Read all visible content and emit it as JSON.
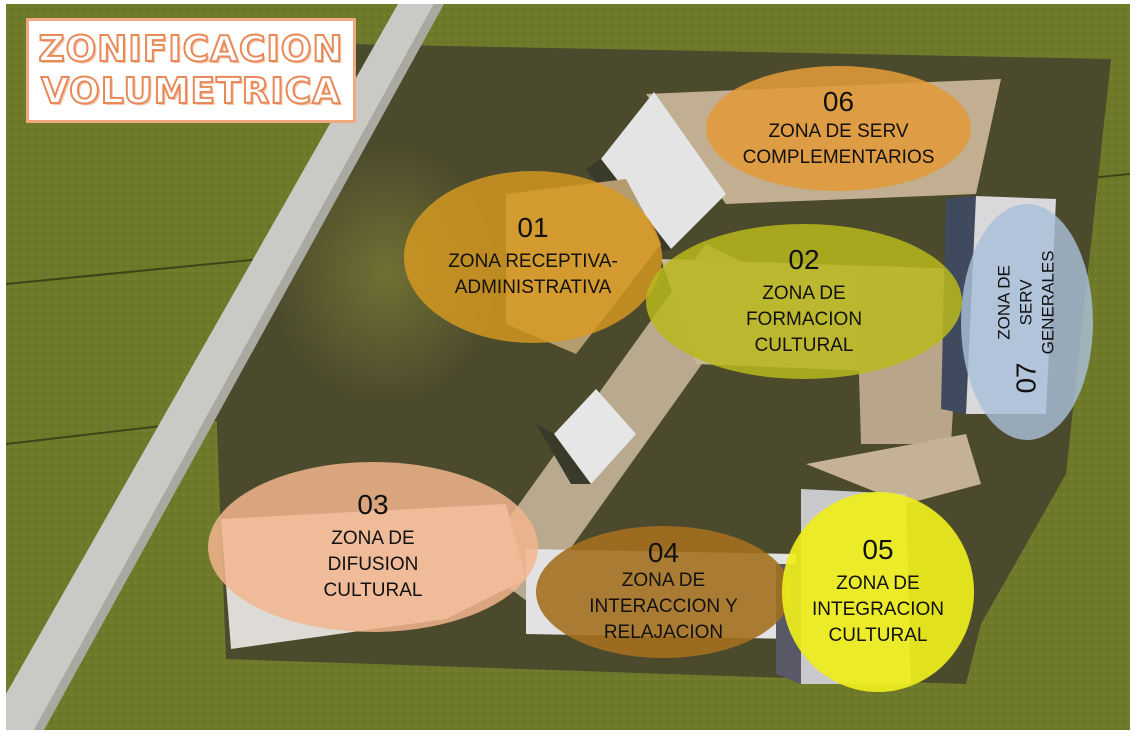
{
  "title": {
    "line1": "ZONIFICACION",
    "line2": "VOLUMETRICA"
  },
  "colors": {
    "grass": "#6f7a2a",
    "site": "#4b4a2c",
    "building_light": "#d6d6d6",
    "building_tan": "#b7a48a",
    "title_stroke": "#e8895a"
  },
  "zones": [
    {
      "number": "01",
      "label": "ZONA RECEPTIVA-\nADMINISTRATIVA",
      "color": "#d89a21"
    },
    {
      "number": "02",
      "label": "ZONA DE\nFORMACION\nCULTURAL",
      "color": "#b8b81c"
    },
    {
      "number": "03",
      "label": "ZONA DE\nDIFUSION\nCULTURAL",
      "color": "#f2b58e"
    },
    {
      "number": "04",
      "label": "ZONA DE\nINTERACCION Y\nRELAJACION",
      "color": "#a4701e"
    },
    {
      "number": "05",
      "label": "ZONA DE\nINTEGRACION\nCULTURAL",
      "color": "#eeee1c"
    },
    {
      "number": "06",
      "label": "ZONA DE SERV\nCOMPLEMENTARIOS",
      "color": "#e19a3a"
    },
    {
      "number": "07",
      "label": "ZONA DE SERV\nGENERALES",
      "color": "#a9c0d8"
    }
  ]
}
